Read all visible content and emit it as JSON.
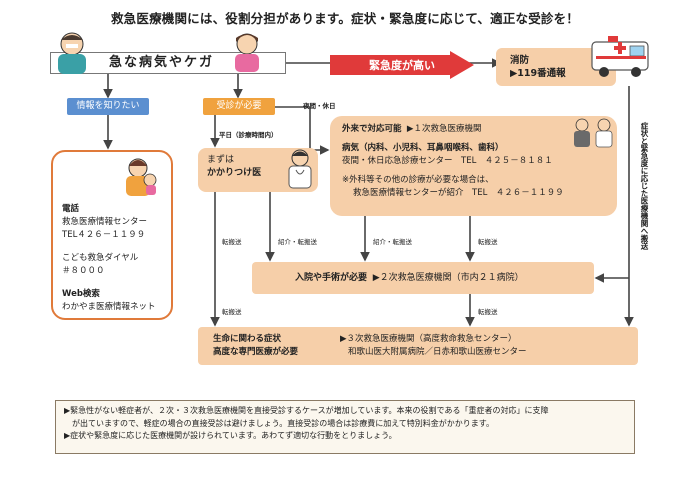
{
  "title": "救急医療機関には、役割分担があります。症状・緊急度に応じて、適正な受診を！",
  "main_box": "急な病気やケガ",
  "urgent_label": "緊急度が高い",
  "fire": {
    "heading": "消防",
    "line": "▶119番通報"
  },
  "vertical_note": "症状と緊急度に応じた医療機関へ搬送",
  "info_pill": "情報を知りたい",
  "visit_pill": "受診が必要",
  "labels": {
    "night_holiday": "夜間・休日",
    "weekday": "平日（診療時間内）",
    "transfer": "転搬送",
    "intro_transfer": "紹介・転搬送"
  },
  "info": {
    "phone_heading": "電話",
    "center_name": "救急医療情報センター",
    "center_tel": "TEL４２６－１１９９",
    "kids_name": "こども救急ダイヤル",
    "kids_num": "＃８０００",
    "web_heading": "Web検索",
    "web_name": "わかやま医療情報ネット"
  },
  "gp": {
    "line1": "まずは",
    "line2": "かかりつけ医"
  },
  "outpatient": {
    "heading": "外来で対応可能",
    "heading_tail": "▶１次救急医療機関",
    "dept": "病気（内科、小児科、耳鼻咽喉科、歯科）",
    "center": "夜間・休日応急診療センター　TEL　４２５－８１８１",
    "note1": "※外科等その他の診療が必要な場合は、",
    "note2": "救急医療情報センターが紹介　TEL　４２６－１１９９"
  },
  "secondary": {
    "heading": "入院や手術が必要",
    "tail": "▶２次救急医療機関（市内２１病院）"
  },
  "tertiary": {
    "line1": "生命に関わる症状",
    "line2": "高度な専門医療が必要",
    "tail1": "▶３次救急医療機関（高度救命救急センター）",
    "tail2": "和歌山医大附属病院／日赤和歌山医療センター"
  },
  "notes": [
    "▶緊急性がない軽症者が、２次・３次救急医療機関を直接受診するケースが増加しています。本来の役割である「重症者の対応」に支障",
    "　が出ていますので、軽症の場合の直接受診は避けましょう。直接受診の場合は診療費に加えて特別料金がかかります。",
    "▶症状や緊急度に応じた医療機関が設けられています。あわてず適切な行動をとりましょう。"
  ],
  "colors": {
    "orange_box": "#f6cfa9",
    "urgent_red": "#e03a3a",
    "blue_pill": "#5b8fd0",
    "orange_pill": "#f0a23e",
    "arrow": "#444444"
  }
}
